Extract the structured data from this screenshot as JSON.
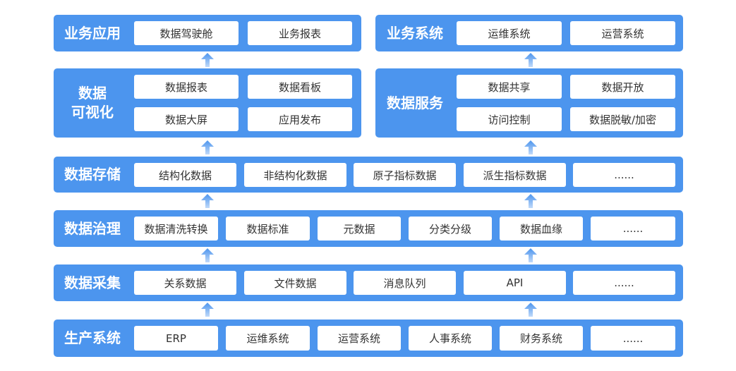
{
  "colors": {
    "panel": "#4c95ee",
    "cell": "#ffffff",
    "text": "#333333",
    "arrow": "#4c95ee"
  },
  "business_application": {
    "title": "业务应用",
    "items": [
      "数据驾驶舱",
      "业务报表"
    ]
  },
  "business_system": {
    "title": "业务系统",
    "items": [
      "运维系统",
      "运营系统"
    ]
  },
  "visualization": {
    "title": "数据\n可视化",
    "items": [
      "数据报表",
      "数据看板",
      "数据大屏",
      "应用发布"
    ]
  },
  "data_service": {
    "title": "数据服务",
    "items": [
      "数据共享",
      "数据开放",
      "访问控制",
      "数据脱敏/加密"
    ]
  },
  "storage": {
    "title": "数据存储",
    "items": [
      "结构化数据",
      "非结构化数据",
      "原子指标数据",
      "派生指标数据",
      "......"
    ]
  },
  "governance": {
    "title": "数据治理",
    "items": [
      "数据清洗转换",
      "数据标准",
      "元数据",
      "分类分级",
      "数据血缘",
      "......"
    ]
  },
  "collection": {
    "title": "数据采集",
    "items": [
      "关系数据",
      "文件数据",
      "消息队列",
      "API",
      "......"
    ]
  },
  "production": {
    "title": "生产系统",
    "items": [
      "ERP",
      "运维系统",
      "运营系统",
      "人事系统",
      "财务系统",
      "......"
    ]
  },
  "arrow_icon": "arrow-up-icon"
}
